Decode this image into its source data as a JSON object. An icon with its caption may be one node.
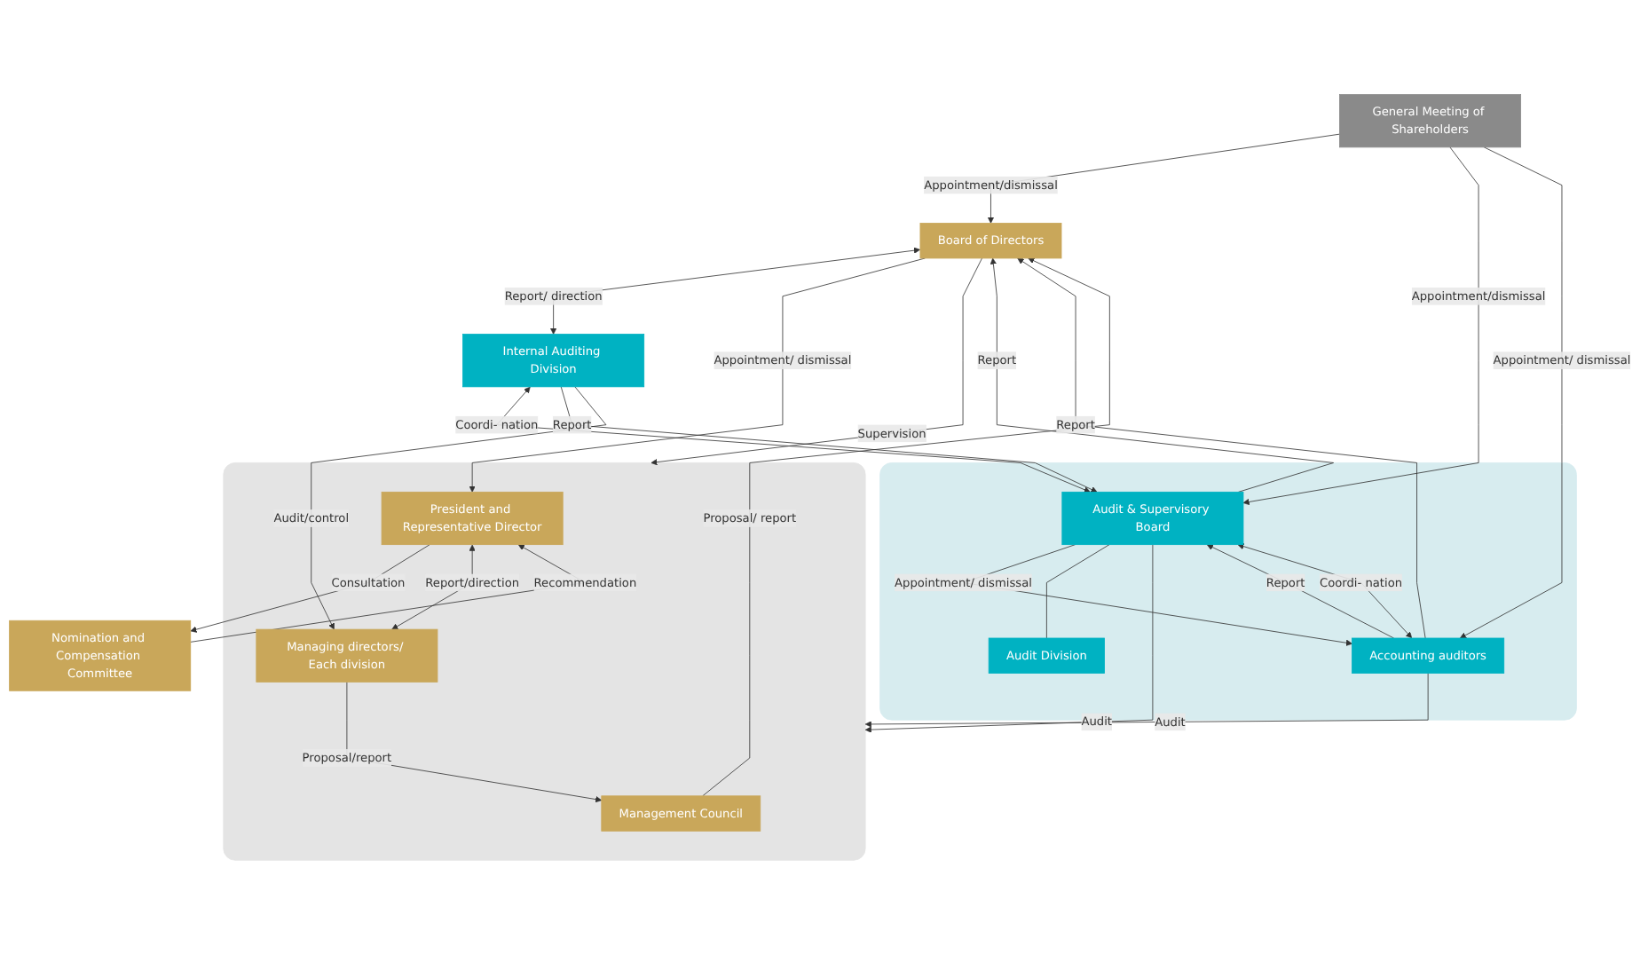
{
  "diagram": {
    "nodes": [
      {
        "text": [
          "General Meeting of Shareholders"
        ]
      },
      {
        "text": [
          "Board of Directors"
        ]
      },
      {
        "text": [],
        "shape": "box"
      },
      {
        "text": [
          "Accounting auditors"
        ],
        "in": 2
      },
      {
        "text": [
          "Nomination and Compensation Committee"
        ]
      },
      {
        "text": [
          "Audit & Supervisory Board"
        ],
        "in": 2
      },
      {
        "text": [
          "Audit Division"
        ],
        "in": 2
      },
      {
        "text": [],
        "shape": "box"
      },
      {
        "text": [
          "Management Council"
        ],
        "in": 7
      },
      {
        "text": [
          "President and Representative Director"
        ],
        "in": 7
      },
      {
        "text": [
          "Internal Auditing Division"
        ]
      },
      {
        "text": [
          "Managing directors/ Each division"
        ],
        "in": 7
      }
    ],
    "edges": [
      {
        "from": 0,
        "to": 1,
        "arrow": "to",
        "label": "Appointment/dismissal"
      },
      {
        "from": 0,
        "to": 5,
        "arrow": "to",
        "label": "Appointment/dismissal"
      },
      {
        "from": 0,
        "to": 3,
        "arrow": "to",
        "label": "Appointment/ dismissal"
      },
      {
        "from": 3,
        "to": 1,
        "arrow": "to",
        "label": "Report"
      },
      {
        "from": 5,
        "to": 1,
        "arrow": "to",
        "label": "Report"
      },
      {
        "from": 1,
        "to": 10,
        "arrow": "both",
        "label": "Report/ direction"
      },
      {
        "from": 8,
        "to": 1,
        "arrow": "to",
        "label": "Proposal/ report"
      },
      {
        "from": 1,
        "to": 9,
        "arrow": "to",
        "label": "Appointment/ dismissal"
      },
      {
        "from": 1,
        "to": 7,
        "arrow": "to",
        "label": "Supervision"
      },
      {
        "from": 9,
        "to": 4,
        "arrow": "to",
        "label": "Consultation"
      },
      {
        "from": 4,
        "to": 9,
        "arrow": "to",
        "label": "Recommendation"
      },
      {
        "from": 3,
        "to": 5,
        "arrow": "to",
        "label": "Report"
      },
      {
        "from": 3,
        "to": 5,
        "arrow": "both",
        "label": "Coordi- nation"
      },
      {
        "from": 5,
        "to": 3,
        "arrow": "to",
        "label": "Appointment/ dismissal"
      },
      {
        "from": 5,
        "to": 6,
        "arrow": "none"
      },
      {
        "from": 3,
        "to": 7,
        "arrow": "to",
        "label": "Audit"
      },
      {
        "from": 5,
        "to": 7,
        "arrow": "to",
        "label": "Audit"
      },
      {
        "from": 10,
        "to": 5,
        "arrow": "both",
        "label": "Coordi- nation"
      },
      {
        "from": 10,
        "to": 5,
        "arrow": "to",
        "label": "Report"
      },
      {
        "from": 10,
        "to": 11,
        "arrow": "to",
        "label": "Audit/control"
      },
      {
        "from": 9,
        "to": 11,
        "arrow": "both",
        "label": "Report/direction"
      },
      {
        "from": 11,
        "to": 8,
        "arrow": "to",
        "label": "Proposal/report"
      }
    ]
  }
}
